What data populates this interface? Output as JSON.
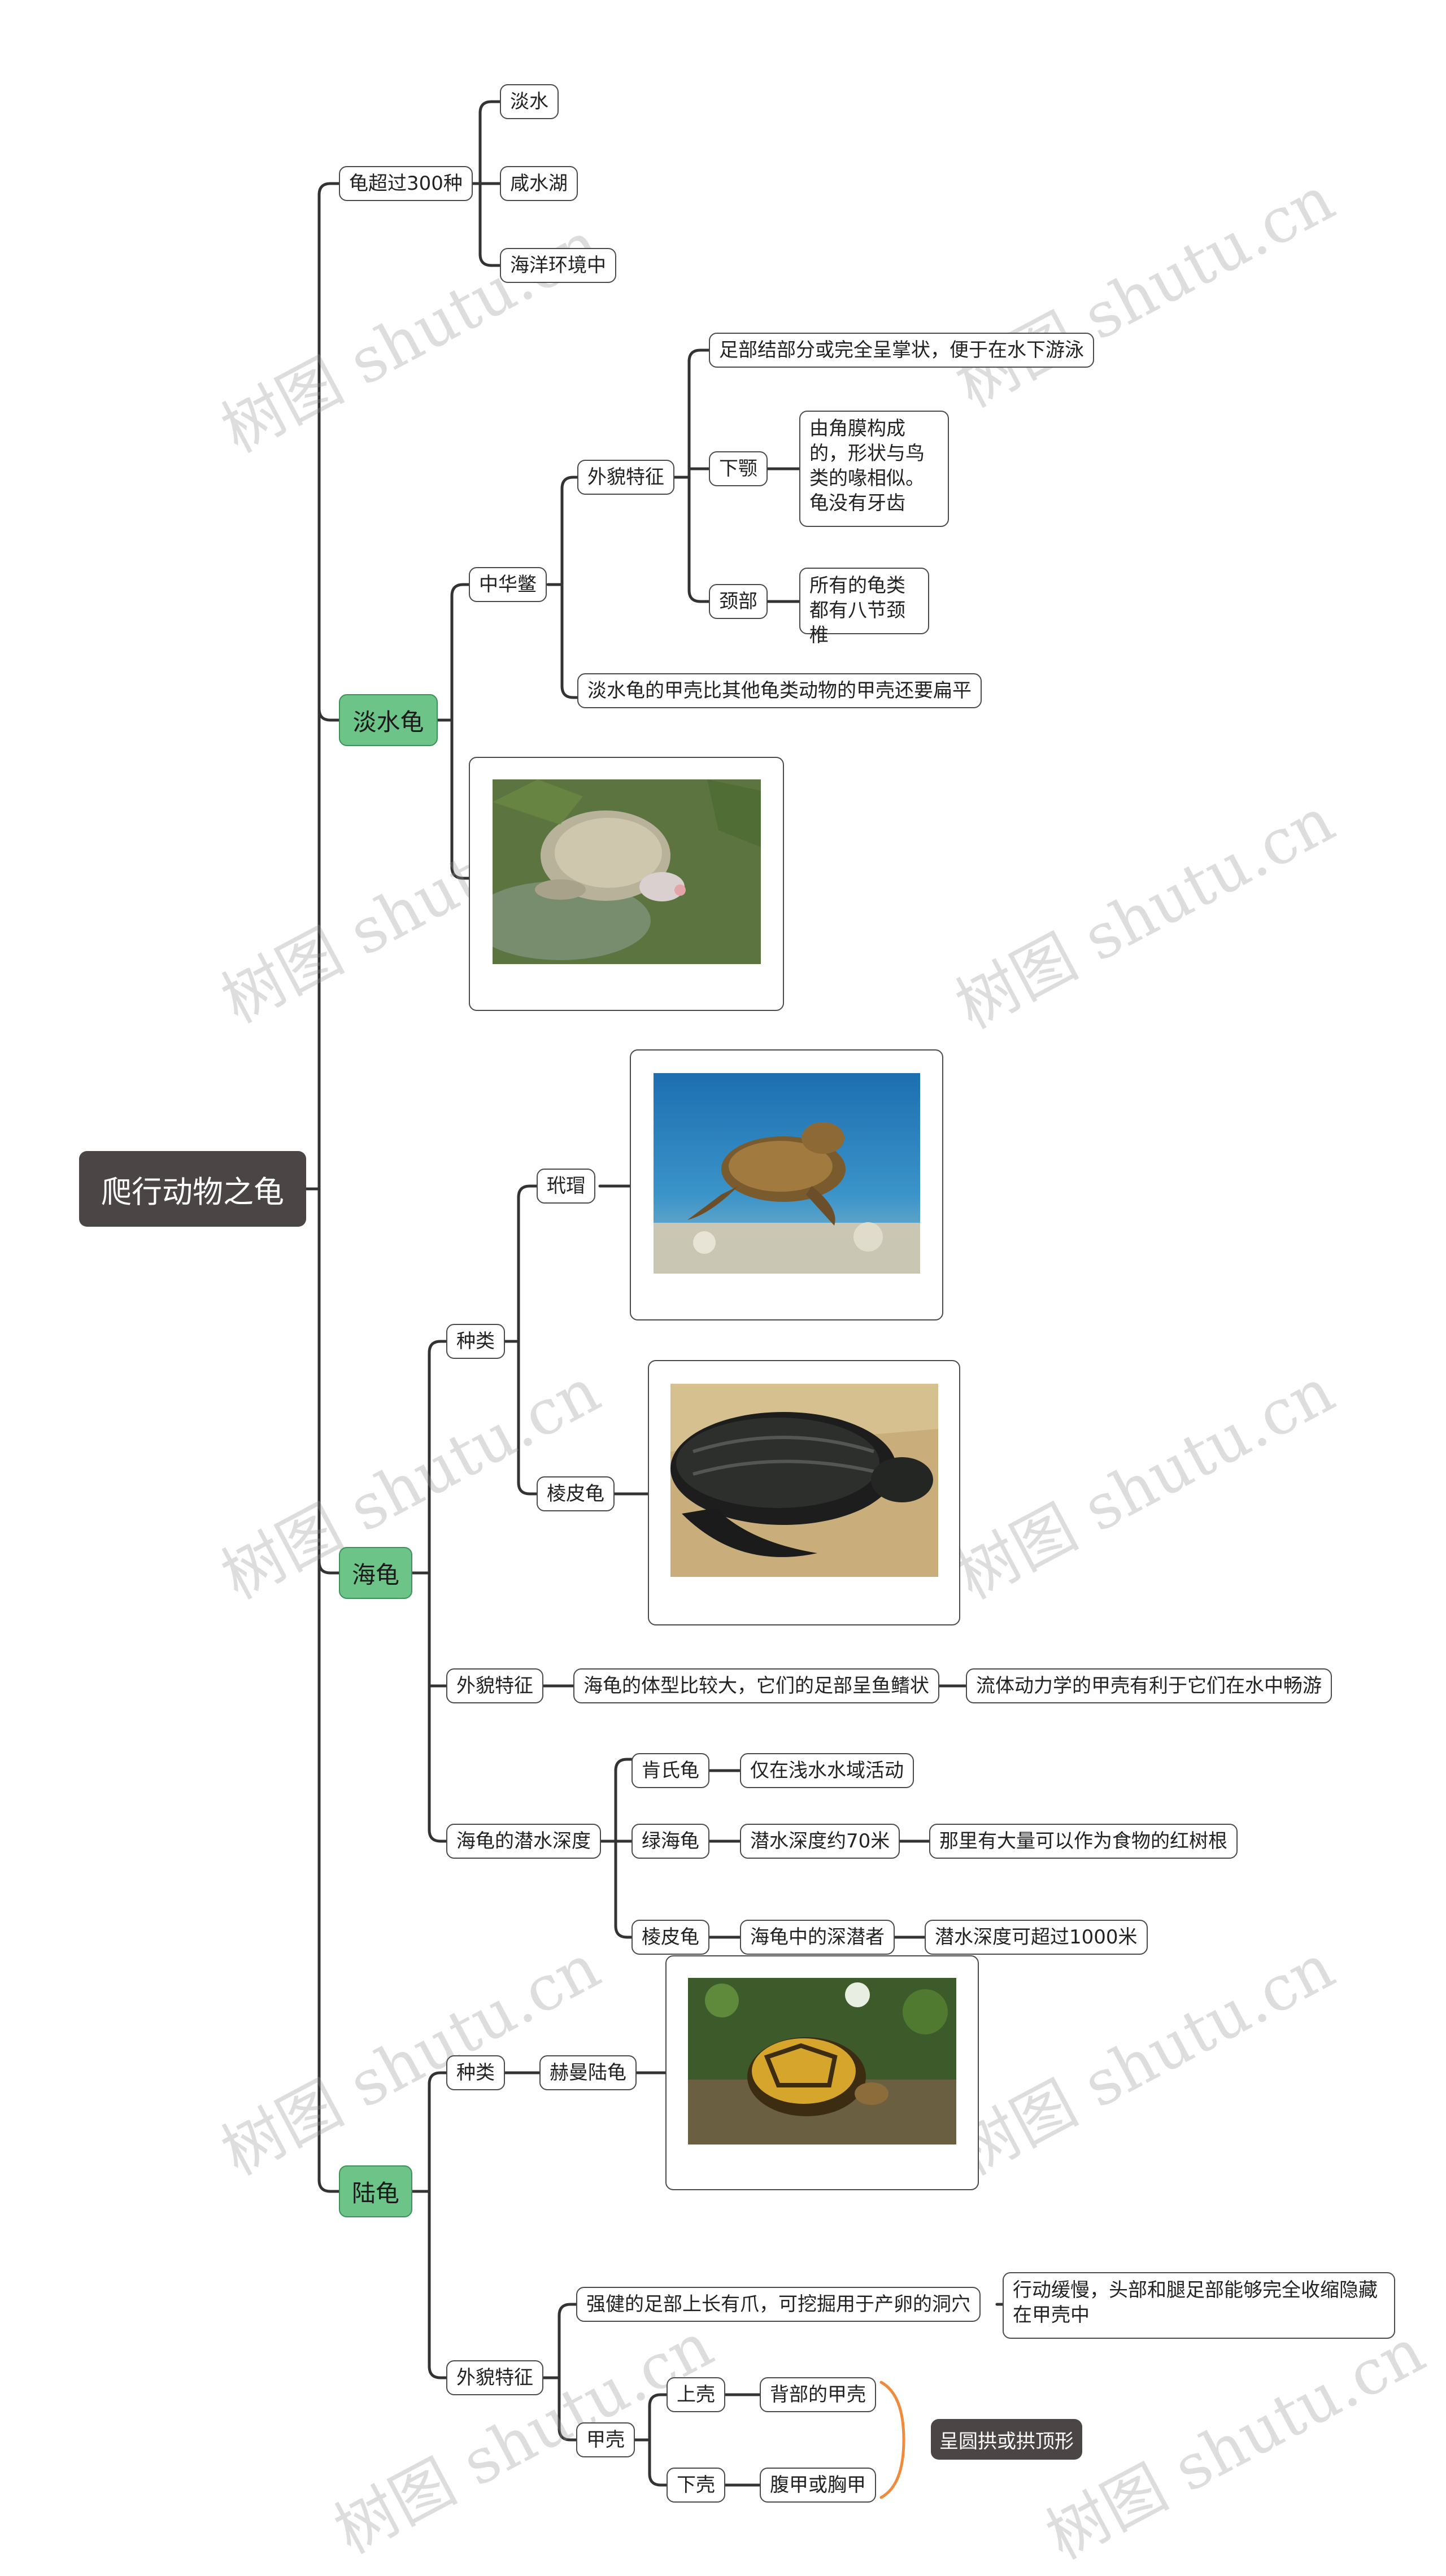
{
  "root": "爬行动物之龟",
  "branch1": {
    "label": "龟超过300种",
    "children": [
      "淡水",
      "咸水湖",
      "海洋环境中"
    ]
  },
  "freshwater": {
    "label": "淡水龟",
    "zhonghuabie": "中华鳖",
    "appearance": "外貌特征",
    "feet": "足部结部分或完全呈掌状，便于在水下游泳",
    "jaw": "下颚",
    "jaw_desc": "由角膜构成的，形状与鸟类的喙相似。龟没有牙齿",
    "neck": "颈部",
    "neck_desc": "所有的龟类都有八节颈椎",
    "shell": "淡水龟的甲壳比其他龟类动物的甲壳还要扁平"
  },
  "sea": {
    "label": "海龟",
    "types": "种类",
    "hawksbill": "玳瑁",
    "leatherback": "棱皮龟",
    "appearance": "外貌特征",
    "app1": "海龟的体型比较大，它们的足部呈鱼鳍状",
    "app2": "流体动力学的甲壳有利于它们在水中畅游",
    "depth": "海龟的潜水深度",
    "kemp": "肯氏龟",
    "kemp1": "仅在浅水水域活动",
    "green": "绿海龟",
    "green1": "潜水深度约70米",
    "green2": "那里有大量可以作为食物的红树根",
    "leather": "棱皮龟",
    "leather1": "海龟中的深潜者",
    "leather2": "潜水深度可超过1000米"
  },
  "land": {
    "label": "陆龟",
    "types": "种类",
    "hermann": "赫曼陆龟",
    "appearance": "外貌特征",
    "feet": "强健的足部上长有爪，可挖掘用于产卵的洞穴",
    "feet2": "行动缓慢，头部和腿足部能够完全收缩隐藏在甲壳中",
    "shell": "甲壳",
    "upper": "上壳",
    "upper_desc": "背部的甲壳",
    "lower": "下壳",
    "lower_desc": "腹甲或胸甲",
    "summary": "呈圆拱或拱顶形"
  },
  "watermark": "树图 shutu.cn",
  "colors": {
    "root_bg": "#4b4546",
    "level1_bg": "#6cc489",
    "line": "#333333",
    "brace": "#f08a3c"
  }
}
